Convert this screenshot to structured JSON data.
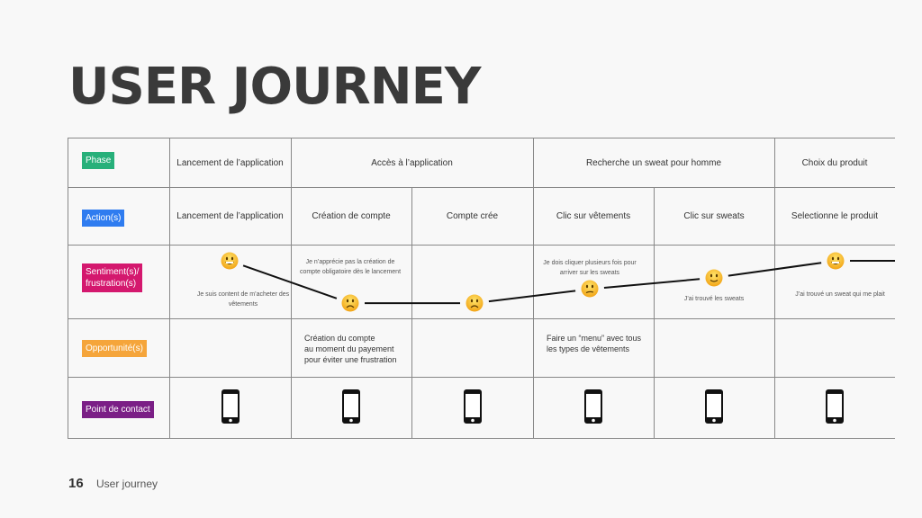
{
  "title": "USER JOURNEY",
  "rows": [
    {
      "label": "Phase",
      "color": "#27b07a"
    },
    {
      "label": "Action(s)",
      "color": "#2f7cf0"
    },
    {
      "label": "Sentiment(s)/\nfrustration(s)",
      "color": "#d4186e"
    },
    {
      "label": "Opportunité(s)",
      "color": "#f5a53b"
    },
    {
      "label": "Point de contact",
      "color": "#7b1f86"
    }
  ],
  "phases": [
    "Lancement de l’application",
    "Accès à l’application",
    "Recherche un sweat pour homme",
    "Choix du produit"
  ],
  "actions": [
    "Lancement de l’application",
    "Création de compte",
    "Compte crée",
    "Clic sur vêtements",
    "Clic sur sweats",
    "Selectionne le produit"
  ],
  "sentiments": [
    {
      "emoji": "grinning",
      "score": 2,
      "text": "Je suis content de m’acheter des vêtements"
    },
    {
      "emoji": "frowning",
      "score": -1,
      "text": "Je n’apprécie pas la création de compte obligatoire dès le lancement"
    },
    {
      "emoji": "frowning",
      "score": -1,
      "text": ""
    },
    {
      "emoji": "confused",
      "score": 0,
      "text": "Je dois cliquer plusieurs fois pour arriver sur les sweats"
    },
    {
      "emoji": "slight-smile",
      "score": 0.8,
      "text": "J’ai trouvé les sweats"
    },
    {
      "emoji": "grinning",
      "score": 2,
      "text": "J’ai trouvé un sweat qui me plait"
    }
  ],
  "opportunities": [
    "",
    "Création du compte\nau moment du payement\npour éviter une frustration",
    "",
    "Faire un “menu” avec tous\nles types de vêtements",
    "",
    ""
  ],
  "contact_icon": "smartphone-icon",
  "footer": {
    "page": "16",
    "section": "User journey"
  }
}
